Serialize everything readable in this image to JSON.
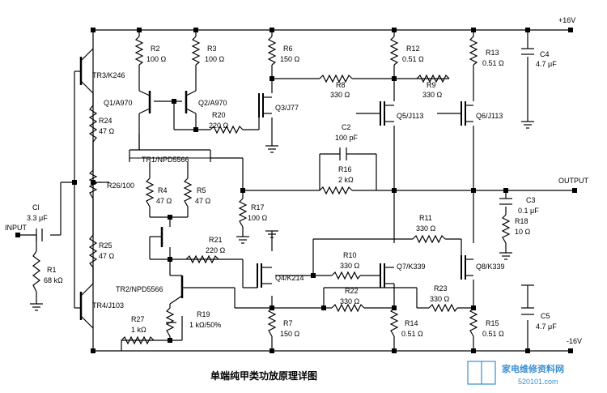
{
  "rails": {
    "pos": "+16V",
    "neg": "-16V"
  },
  "io": {
    "input": "INPUT",
    "output": "OUTPUT"
  },
  "title": "单端纯甲类功放原理详图",
  "watermark": {
    "name": "家电维修资料网",
    "url": "520101.com"
  },
  "parts": {
    "tr3": "TR3/K246",
    "tr4": "TR4/J103",
    "q1": "Q1/A970",
    "q2": "Q2/A970",
    "q3": "Q3/J77",
    "q4": "Q4/K214",
    "q5": "Q5/J113",
    "q6": "Q6/J113",
    "q7": "Q7/K339",
    "q8": "Q8/K339",
    "tr1": "TR1/NPD5566",
    "tr2": "TR2/NPD5566",
    "r2": {
      "name": "R2",
      "value": "100 Ω"
    },
    "r3": {
      "name": "R3",
      "value": "100 Ω"
    },
    "r6": {
      "name": "R6",
      "value": "150 Ω"
    },
    "r12": {
      "name": "R12",
      "value": "0.51 Ω"
    },
    "r13": {
      "name": "R13",
      "value": "0.51 Ω"
    },
    "c4": {
      "name": "C4",
      "value": "4.7 μF"
    },
    "r8": {
      "name": "R8",
      "value": "330 Ω"
    },
    "r9": {
      "name": "R9",
      "value": "330 Ω"
    },
    "r24": {
      "name": "R24",
      "value": "47 Ω"
    },
    "r20": {
      "name": "R20",
      "value": "220 Ω"
    },
    "c2": {
      "name": "C2",
      "value": "100 pF"
    },
    "r16": {
      "name": "R16",
      "value": "2 kΩ"
    },
    "r26": "R26/100",
    "r4": {
      "name": "R4",
      "value": "47 Ω"
    },
    "r5": {
      "name": "R5",
      "value": "47 Ω"
    },
    "r17": {
      "name": "R17",
      "value": "100 Ω"
    },
    "c3": {
      "name": "C3",
      "value": "0.1 μF"
    },
    "r18": {
      "name": "R18",
      "value": "10 Ω"
    },
    "c1": {
      "name": "Cl",
      "value": "3.3 μF"
    },
    "r11": {
      "name": "R11",
      "value": "330 Ω"
    },
    "r21": {
      "name": "R21",
      "value": "220 Ω"
    },
    "r25": {
      "name": "R25",
      "value": "47 Ω"
    },
    "r10": {
      "name": "R10",
      "value": "330 Ω"
    },
    "r1": {
      "name": "R1",
      "value": "68 kΩ"
    },
    "r22": {
      "name": "R22",
      "value": "330 Ω"
    },
    "r23": {
      "name": "R23",
      "value": "330 Ω"
    },
    "r27": {
      "name": "R27",
      "value": "1 kΩ"
    },
    "r19": {
      "name": "R19",
      "value": "1 kΩ/50%"
    },
    "r7": {
      "name": "R7",
      "value": "150 Ω"
    },
    "r14": {
      "name": "R14",
      "value": "0.51 Ω"
    },
    "r15": {
      "name": "R15",
      "value": "0.51 Ω"
    },
    "c5": {
      "name": "C5",
      "value": "4.7 μF"
    }
  }
}
